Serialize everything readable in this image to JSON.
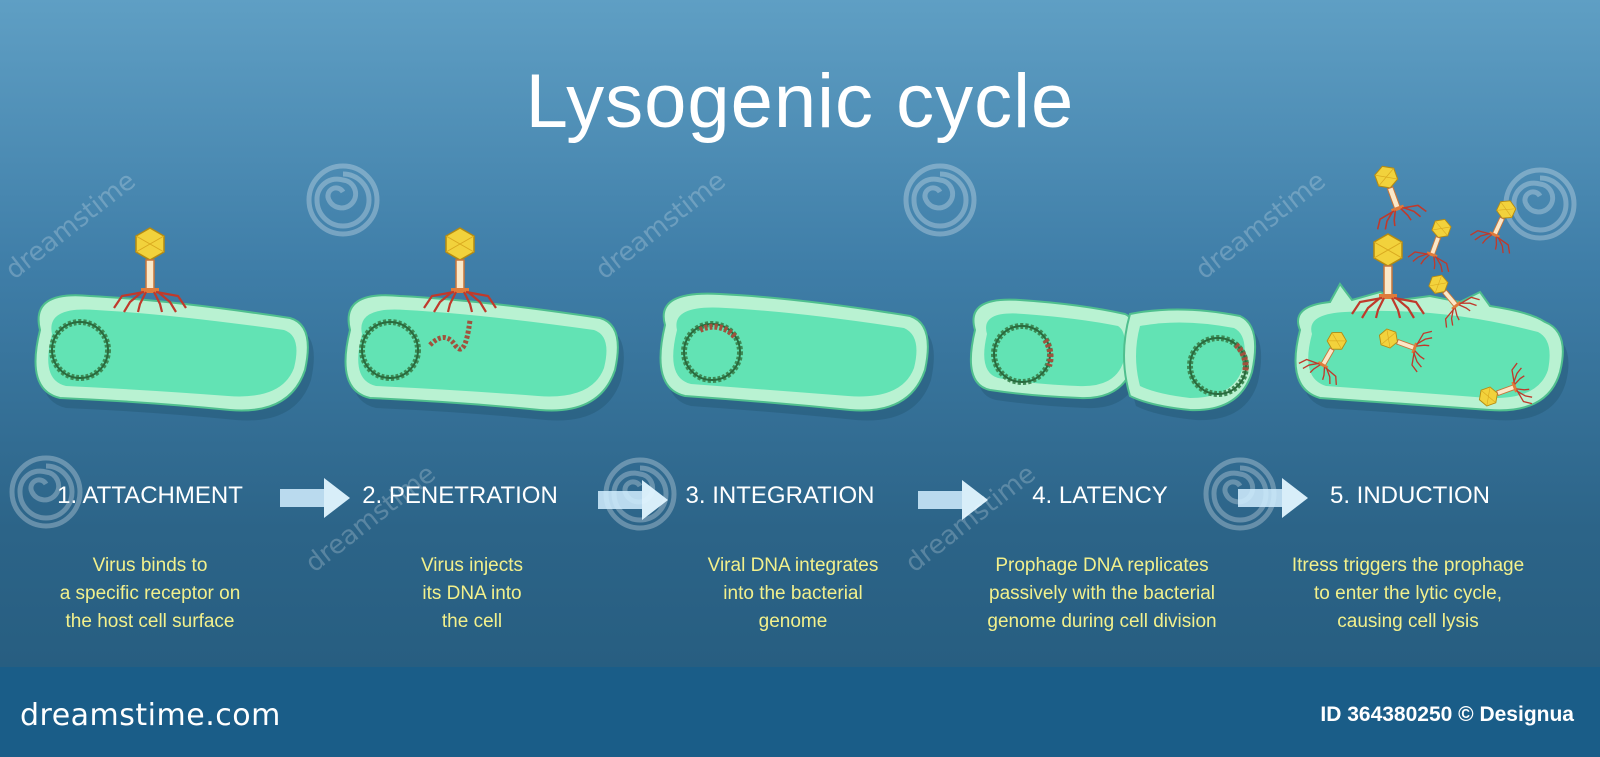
{
  "title": "Lysogenic cycle",
  "steps": [
    {
      "title": "1. ATTACHMENT",
      "desc": [
        "Virus binds to",
        "a specific receptor on",
        "the host cell surface"
      ]
    },
    {
      "title": "2. PENETRATION",
      "desc": [
        "Virus injects",
        "its DNA into",
        "the cell"
      ]
    },
    {
      "title": "3. INTEGRATION",
      "desc": [
        "Viral DNA integrates",
        "into the bacterial",
        "genome"
      ]
    },
    {
      "title": "4. LATENCY",
      "desc": [
        "Prophage DNA replicates",
        "passively with the bacterial",
        "genome during cell division"
      ]
    },
    {
      "title": "5. INDUCTION",
      "desc": [
        "Itress triggers the prophage",
        "to enter the lytic cycle,",
        "causing cell lysis"
      ]
    }
  ],
  "watermark": {
    "brand": "dreamstime",
    "site": "dreamstime.com",
    "credit": "ID 364380250 © Designua"
  },
  "colors": {
    "background_top": "#5f9fc4",
    "background_bottom": "#245a7c",
    "cell_fill": "#62e3b4",
    "cell_wall": "#b9f2d2",
    "phage_head": "#f2d23c",
    "phage_legs": "#c0392b",
    "desc_text": "#f2f08c",
    "bottom_bar": "#1a5d88"
  },
  "icons": [
    "bacteriophage-icon",
    "bacterium-cell-icon",
    "circular-dna-icon",
    "arrow-right-icon",
    "spiral-watermark-icon"
  ]
}
